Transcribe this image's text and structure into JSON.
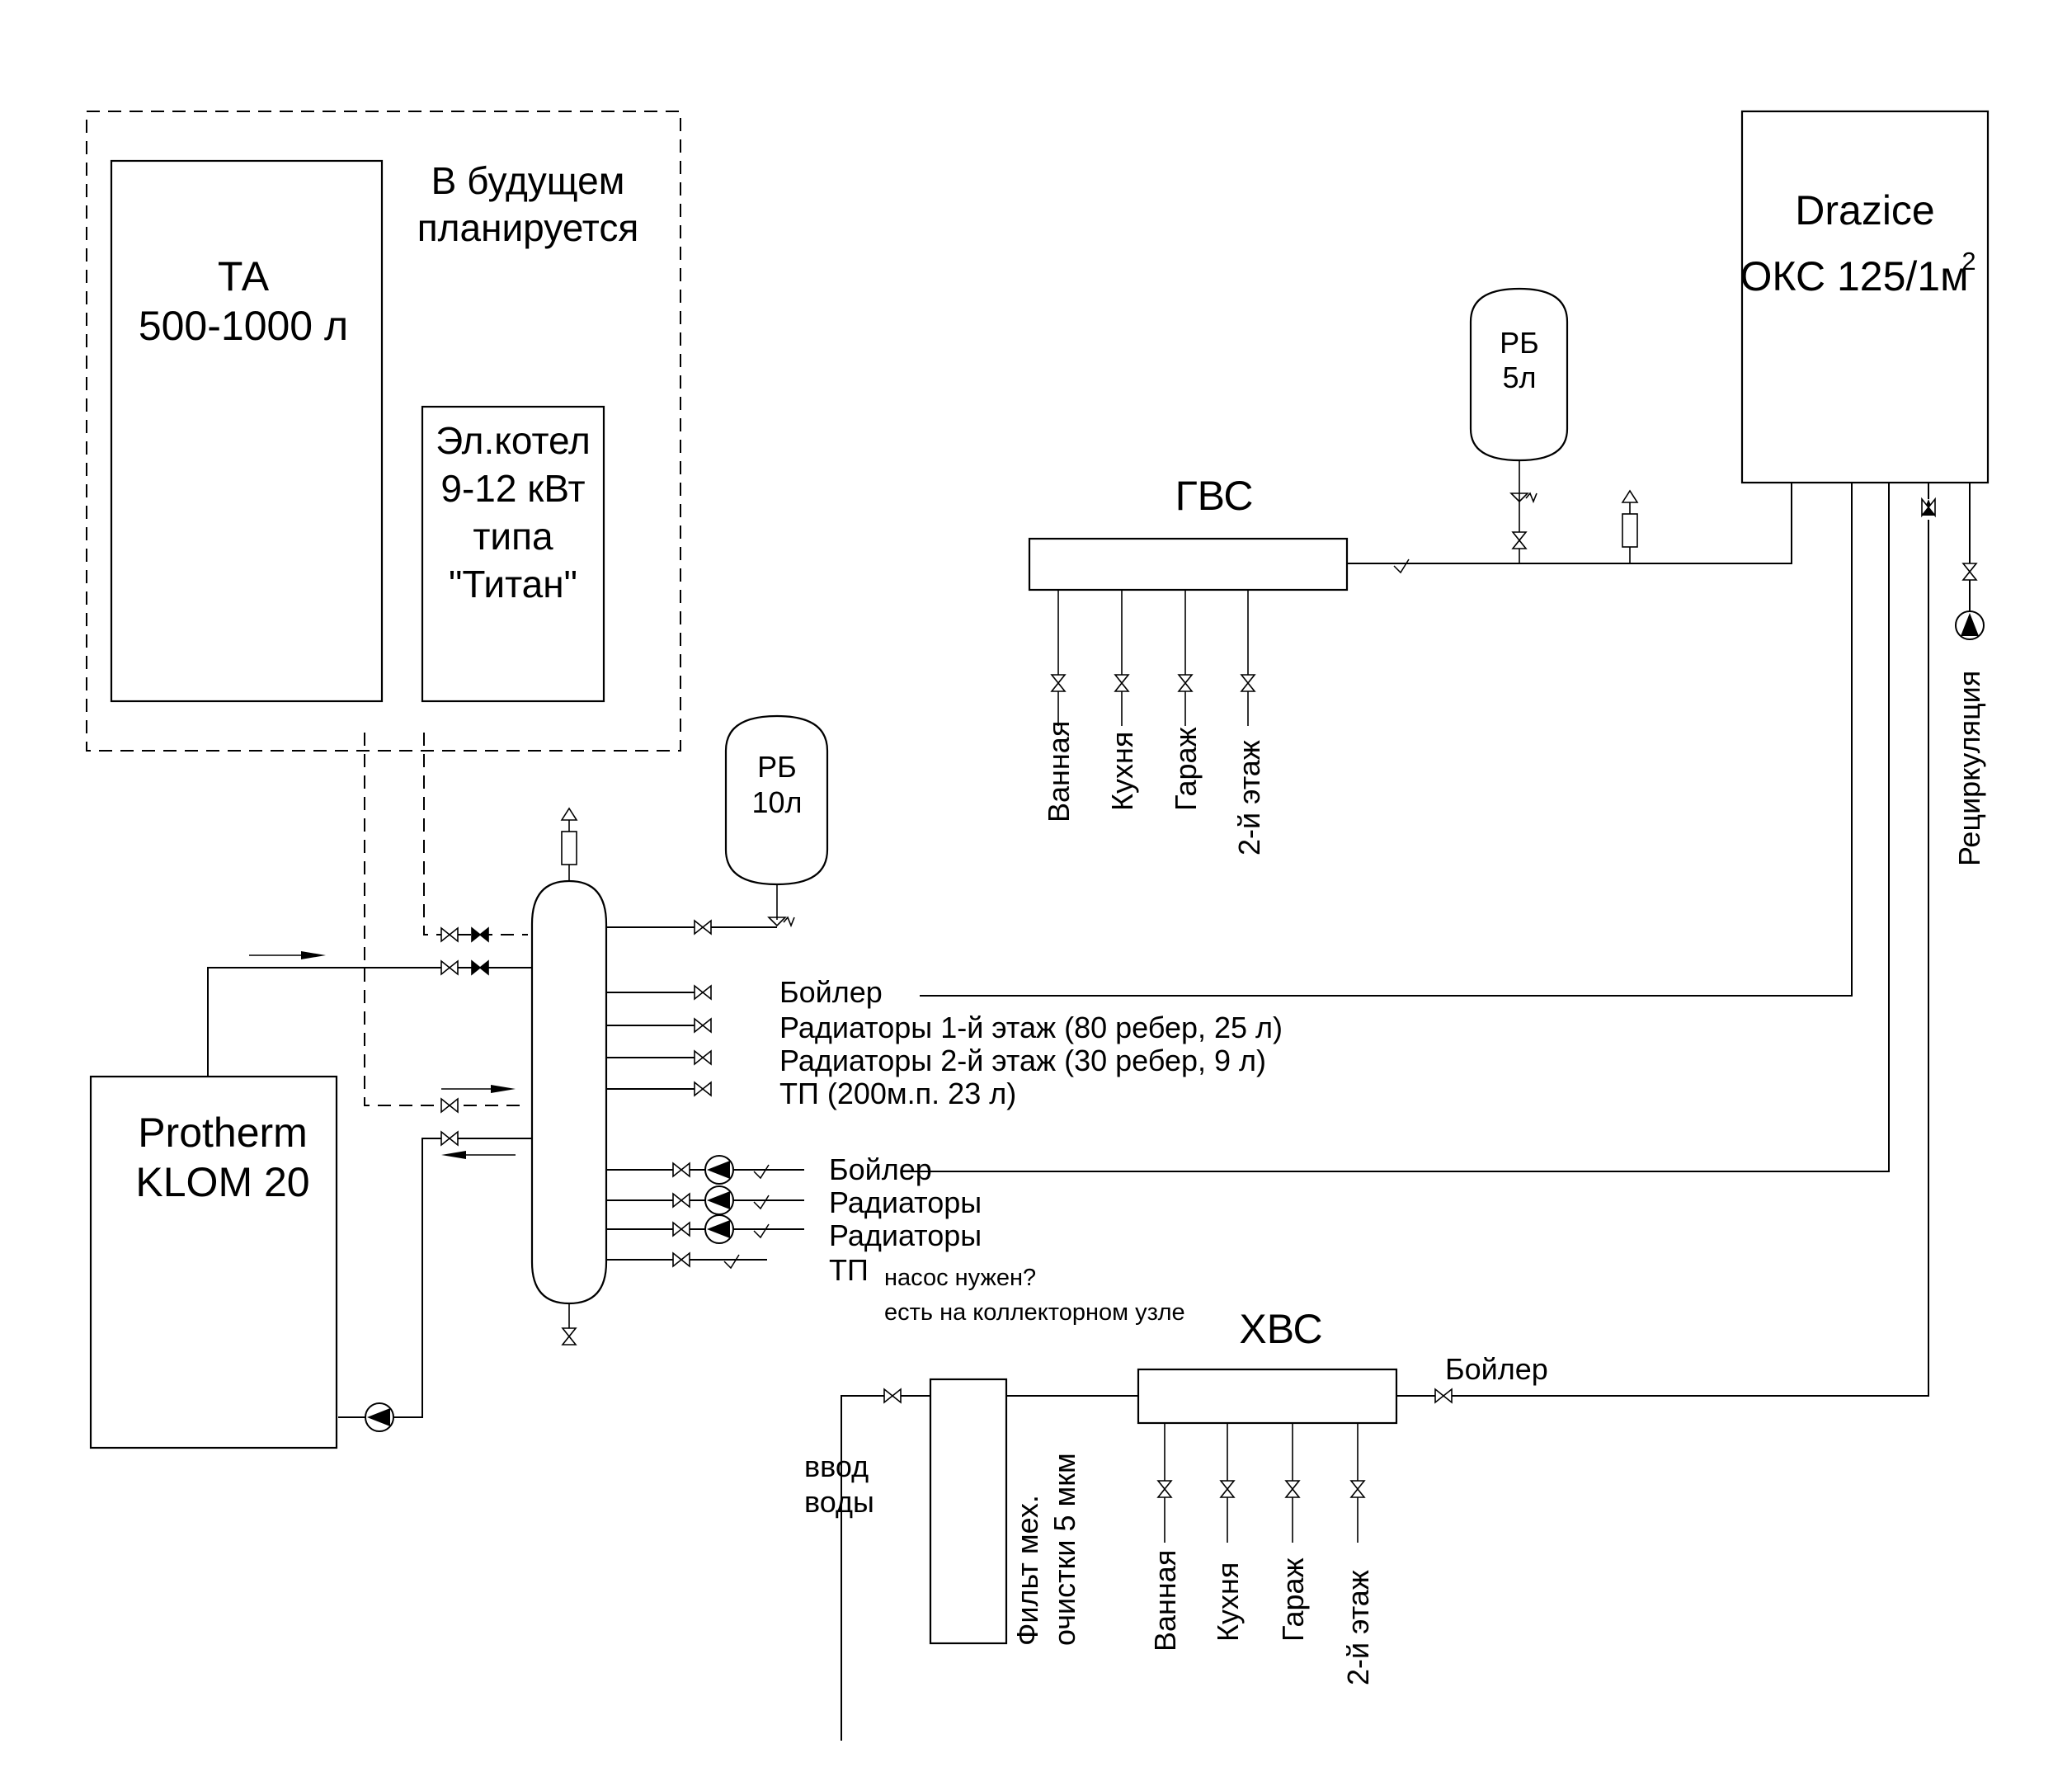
{
  "future_group": {
    "title_line1": "В будущем",
    "title_line2": "планируется"
  },
  "accumulator_tank": {
    "line1": "ТА",
    "line2": "500-1000 л"
  },
  "electric_boiler": {
    "line1": "Эл.котел",
    "line2": "9-12 кВт",
    "line3": "типа",
    "line4": "\"Титан\""
  },
  "gas_boiler": {
    "line1": "Protherm",
    "line2": "KLOM 20"
  },
  "dhw_tank": {
    "line1": "Drazice",
    "line2": "ОКС 125/1м",
    "superscript": "2"
  },
  "expansion_tank_heating": {
    "line1": "РБ",
    "line2": "10л"
  },
  "expansion_tank_dhw": {
    "line1": "РБ",
    "line2": "5л"
  },
  "hot_water_manifold": {
    "title": "ГВС",
    "outlets": [
      "Ванная",
      "Кухня",
      "Гараж",
      "2-й этаж"
    ]
  },
  "cold_water_manifold": {
    "title": "ХВС",
    "outlets": [
      "Ванная",
      "Кухня",
      "Гараж",
      "2-й этаж"
    ],
    "boiler_outlet": "Бойлер"
  },
  "hydraulic_separator": {
    "upper_outputs": [
      "Бойлер",
      "Радиаторы 1-й этаж (80 ребер, 25 л)",
      "Радиаторы 2-й этаж (30 ребер, 9 л)",
      "ТП (200м.п. 23 л)"
    ],
    "lower_outputs": [
      "Бойлер",
      "Радиаторы",
      "Радиаторы",
      "ТП"
    ],
    "note_line1": "насос нужен?",
    "note_line2": "есть на коллекторном узле"
  },
  "recirculation_label": "Рециркуляция",
  "water_inlet": {
    "line1": "ввод",
    "line2": "воды"
  },
  "filter": {
    "line1": "Фильт мех.",
    "line2": "очистки 5 мкм"
  }
}
